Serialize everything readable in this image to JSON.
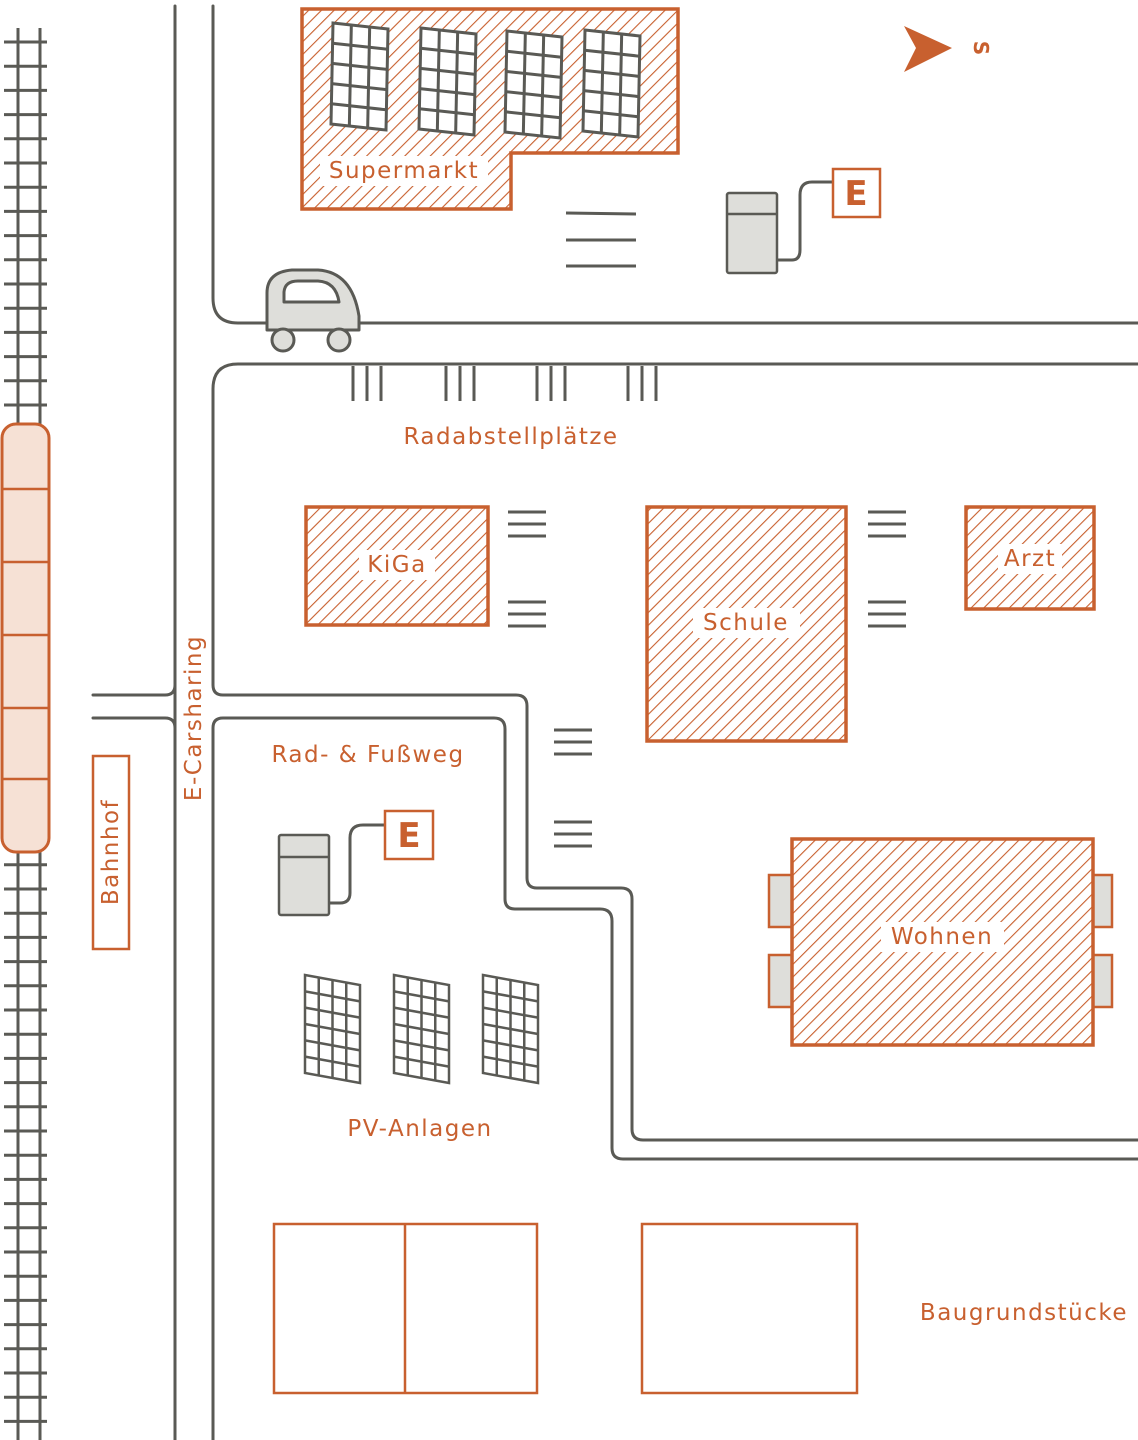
{
  "map": {
    "compass_label": "S",
    "labels": {
      "supermarkt": "Supermarkt",
      "radabstellplaetze": "Radabstellplätze",
      "kiga": "KiGa",
      "schule": "Schule",
      "arzt": "Arzt",
      "wohnen": "Wohnen",
      "rad_fussweg": "Rad- & Fußweg",
      "pv_anlagen": "PV-Anlagen",
      "baugrundstuecke": "Baugrundstücke",
      "bahnhof": "Bahnhof",
      "e_carsharing": "E-Carsharing"
    },
    "charging_sign_letter": "E",
    "colors": {
      "accent": "#c8602f",
      "road": "#5a5a55",
      "train_fill": "#f6e1d5",
      "device_fill": "#dededa"
    }
  }
}
